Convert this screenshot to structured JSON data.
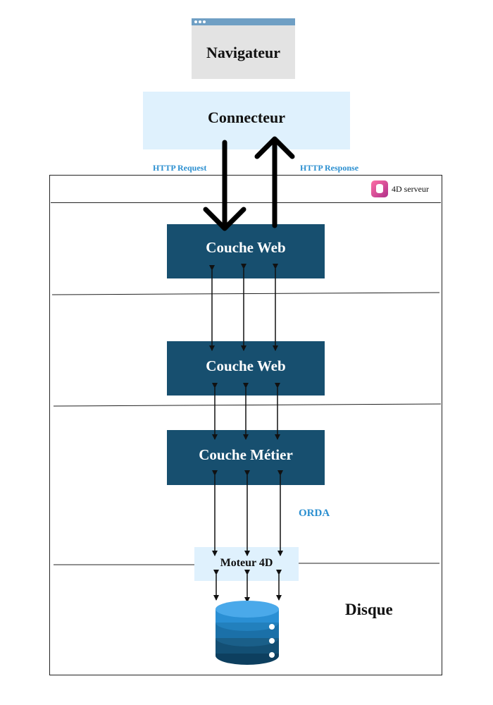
{
  "browser": {
    "title": "Navigateur"
  },
  "connector": {
    "title": "Connecteur"
  },
  "http": {
    "request_label": "HTTP Request",
    "response_label": "HTTP Response"
  },
  "server": {
    "label": "4D serveur"
  },
  "layers": {
    "web_top": "Couche Web",
    "web_middle": "Couche Web",
    "business": "Couche Métier"
  },
  "engine": {
    "label": "Moteur 4D"
  },
  "orda": {
    "label": "ORDA"
  },
  "disk": {
    "label": "Disque"
  },
  "colors": {
    "layer_fill": "#174f6f",
    "light_box": "#dff1fd",
    "accent_blue": "#2b8fd0",
    "browser_bar": "#6f9fc4",
    "db_icon": "#1f8fd6"
  },
  "icons": [
    "browser-window-icon",
    "4d-server-icon",
    "database-icon"
  ]
}
